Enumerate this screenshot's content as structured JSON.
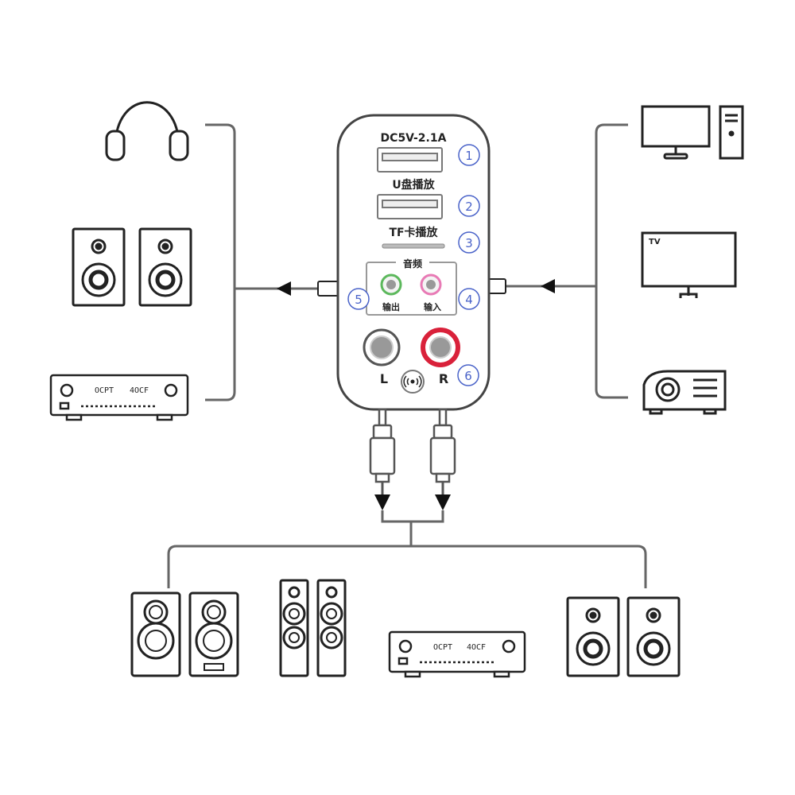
{
  "device": {
    "power_label": "DC5V-2.1A",
    "usb_label": "U盘播放",
    "tf_label": "TF卡播放",
    "audio_label": "音频",
    "output_label": "输出",
    "input_label": "输入",
    "left_label": "L",
    "right_label": "R"
  },
  "markers": {
    "m1": "1",
    "m2": "2",
    "m3": "3",
    "m4": "4",
    "m5": "5",
    "m6": "6"
  },
  "devices": {
    "tv_label": "TV",
    "amp_display_left": "OCPT",
    "amp_display_right": "4OCF"
  },
  "colors": {
    "marker": "#4a63c9",
    "output_jack": "#5cb85c",
    "input_jack": "#e87ab5",
    "right_rca": "#d9213a",
    "line": "#555555"
  }
}
